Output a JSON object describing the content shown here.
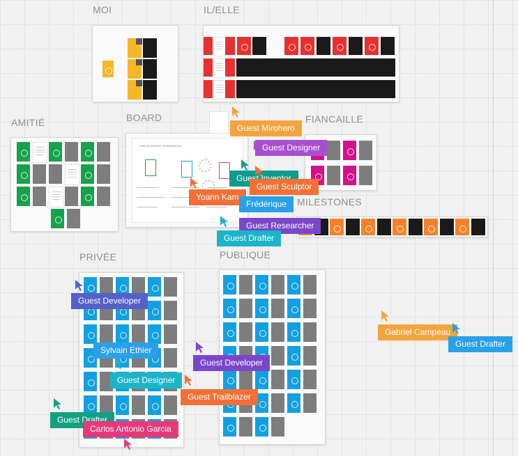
{
  "sections": {
    "moi": "MOI",
    "il_elle": "IL/ELLE",
    "amitie": "AMITIÉ",
    "board": "BOARD",
    "fiancaille": "FIANCAILLE",
    "milestones": "MILESTONES",
    "privee": "PRIVÉE",
    "publique": "PUBLIQUE"
  },
  "board_mini_title": "VISION BOARD FRAMEWORK",
  "colors": {
    "yellow": "#f6b726",
    "red": "#e7302f",
    "green": "#16a24b",
    "magenta": "#d1128a",
    "orange": "#f5822a",
    "cyan": "#12a0e0",
    "gray": "#7d7d7d",
    "black": "#1a1a1a"
  },
  "collaborators": [
    {
      "name": "Guest Mirohero",
      "color": "#f3a43e"
    },
    {
      "name": "Guest Designer",
      "color": "#a84fcf"
    },
    {
      "name": "Guest Inventor",
      "color": "#0e9c8c"
    },
    {
      "name": "Guest Sculptor",
      "color": "#f27035"
    },
    {
      "name": "Yoann Kam",
      "color": "#f27035"
    },
    {
      "name": "Frédérique",
      "color": "#2aa0e8"
    },
    {
      "name": "Guest Researcher",
      "color": "#7a47c9"
    },
    {
      "name": "Guest Drafter",
      "color": "#1bb5c8"
    },
    {
      "name": "Guest Developer",
      "color": "#5560c9"
    },
    {
      "name": "Sylvain Ethier",
      "color": "#2aa0e8"
    },
    {
      "name": "Guest Developer",
      "color": "#7a47c9"
    },
    {
      "name": "Guest Designer",
      "color": "#1bb5c8"
    },
    {
      "name": "Guest Trailblazer",
      "color": "#f27035"
    },
    {
      "name": "Guest Drafter",
      "color": "#12a083"
    },
    {
      "name": "Carlos Antonio Garcia",
      "color": "#e8387a"
    },
    {
      "name": "Gabriel Campeau",
      "color": "#f3a43e"
    },
    {
      "name": "Guest Drafter",
      "color": "#2aa0e8"
    }
  ]
}
